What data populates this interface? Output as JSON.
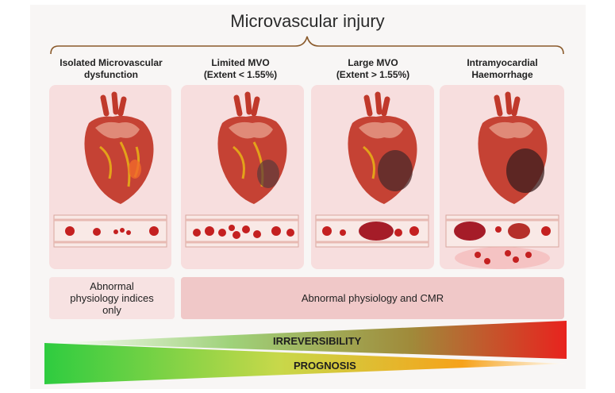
{
  "title": "Microvascular injury",
  "columns": [
    {
      "label_lines": [
        "Isolated Microvascular",
        "dysfunction"
      ]
    },
    {
      "label_lines": [
        "Limited MVO",
        "(Extent < 1.55%)"
      ]
    },
    {
      "label_lines": [
        "Large MVO",
        "(Extent > 1.55%)"
      ]
    },
    {
      "label_lines": [
        "Intramyocardial",
        "Haemorrhage"
      ]
    }
  ],
  "assessment": {
    "left_lines": [
      "Abnormal",
      "physiology indices",
      "only"
    ],
    "right": "Abnormal physiology and CMR"
  },
  "gradients": {
    "irreversibility": "IRREVERSIBILITY",
    "prognosis": "PROGNOSIS"
  },
  "colors": {
    "brace": "#8a5a2b",
    "panel": "#f7dede",
    "green": "#2ecc40",
    "red": "#e8231e",
    "orange": "#f6a21a"
  }
}
